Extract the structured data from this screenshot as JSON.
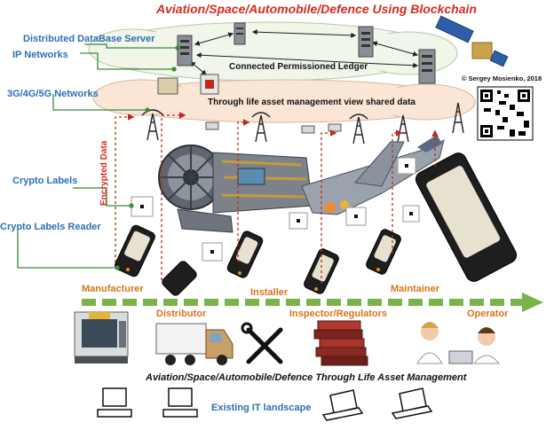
{
  "title": "Aviation/Space/Automobile/Defence Using Blockchain",
  "copyright": "© Sergey Mosienko, 2018",
  "labels": {
    "db_server": "Distributed DataBase Server",
    "ip_networks": "IP Networks",
    "mobile_networks": "3G/4G/5G Networks",
    "crypto_labels": "Crypto Labels",
    "crypto_reader": "Crypto Labels Reader",
    "encrypted_data": "Encrypted Data"
  },
  "cloud": {
    "ledger": "Connected Permissioned Ledger",
    "shared": "Through life asset management view shared data"
  },
  "stages": {
    "manufacturer": "Manufacturer",
    "distributor": "Distributor",
    "installer": "Installer",
    "inspector": "Inspector/Regulators",
    "maintainer": "Maintainer",
    "operator": "Operator"
  },
  "subtitle": "Aviation/Space/Automobile/Defence Through Life Asset Management",
  "it_landscape": "Existing IT landscape",
  "colors": {
    "title": "#d62a1e",
    "blue_label": "#2e6fb6",
    "stage": "#d9741a",
    "arrow": "#7ab34a",
    "connector": "#3a8a3a"
  }
}
